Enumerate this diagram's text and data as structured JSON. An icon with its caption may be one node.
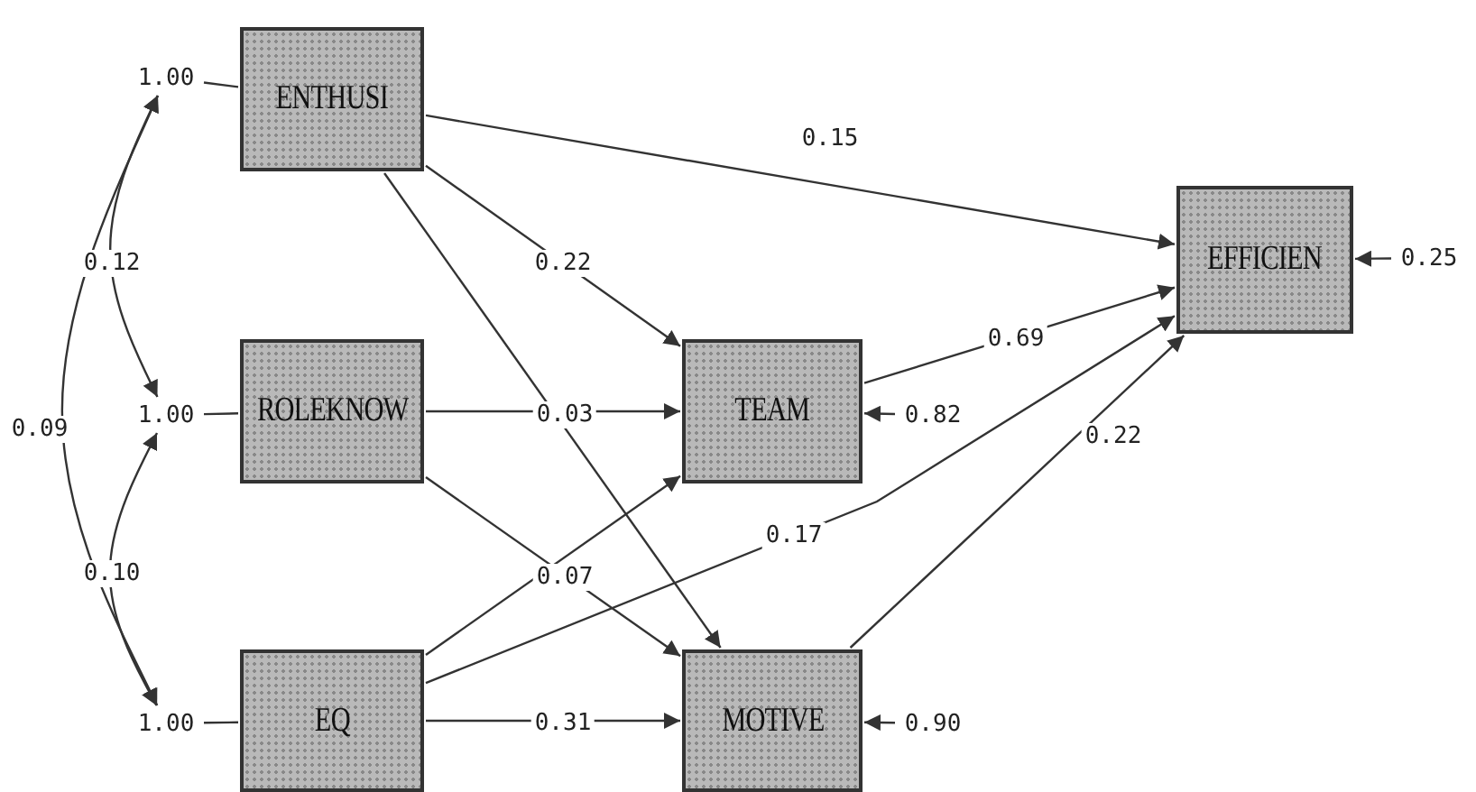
{
  "diagram": {
    "nodes": [
      {
        "text": [
          "ENTHUSI"
        ]
      },
      {
        "text": [
          "ROLEKNOW"
        ]
      },
      {
        "text": [
          "EQ"
        ]
      },
      {
        "text": [
          "TEAM"
        ]
      },
      {
        "text": [
          "MOTIVE"
        ]
      },
      {
        "text": [
          "EFFICIEN"
        ]
      },
      {
        "text": [
          "1.00"
        ]
      },
      {
        "text": [
          "1.00"
        ]
      },
      {
        "text": [
          "1.00"
        ]
      },
      {
        "text": [
          "0.82"
        ]
      },
      {
        "text": [
          "0.90"
        ]
      },
      {
        "text": [
          "0.25"
        ]
      }
    ],
    "edges": [
      {
        "from": 6,
        "to": 0,
        "arrow": "none"
      },
      {
        "from": 7,
        "to": 1,
        "arrow": "none"
      },
      {
        "from": 8,
        "to": 2,
        "arrow": "none"
      },
      {
        "from": 6,
        "to": 7,
        "arrow": "both",
        "label": "0.12"
      },
      {
        "from": 7,
        "to": 8,
        "arrow": "both",
        "label": "0.10"
      },
      {
        "from": 6,
        "to": 8,
        "arrow": "both",
        "label": "0.09"
      },
      {
        "from": 0,
        "to": 5,
        "arrow": "to",
        "label": "0.15"
      },
      {
        "from": 0,
        "to": 3,
        "arrow": "to",
        "label": "0.22"
      },
      {
        "from": 0,
        "to": 4,
        "arrow": "to"
      },
      {
        "from": 1,
        "to": 3,
        "arrow": "to",
        "label": "0.03"
      },
      {
        "from": 1,
        "to": 4,
        "arrow": "to",
        "label": "0.07"
      },
      {
        "from": 2,
        "to": 3,
        "arrow": "to"
      },
      {
        "from": 2,
        "to": 4,
        "arrow": "to",
        "label": "0.31"
      },
      {
        "from": 2,
        "to": 5,
        "arrow": "to",
        "label": "0.17"
      },
      {
        "from": 3,
        "to": 5,
        "arrow": "to",
        "label": "0.69"
      },
      {
        "from": 4,
        "to": 5,
        "arrow": "to",
        "label": "0.22"
      },
      {
        "from": 9,
        "to": 3,
        "arrow": "to"
      },
      {
        "from": 10,
        "to": 4,
        "arrow": "to"
      },
      {
        "from": 11,
        "to": 5,
        "arrow": "to"
      }
    ]
  }
}
